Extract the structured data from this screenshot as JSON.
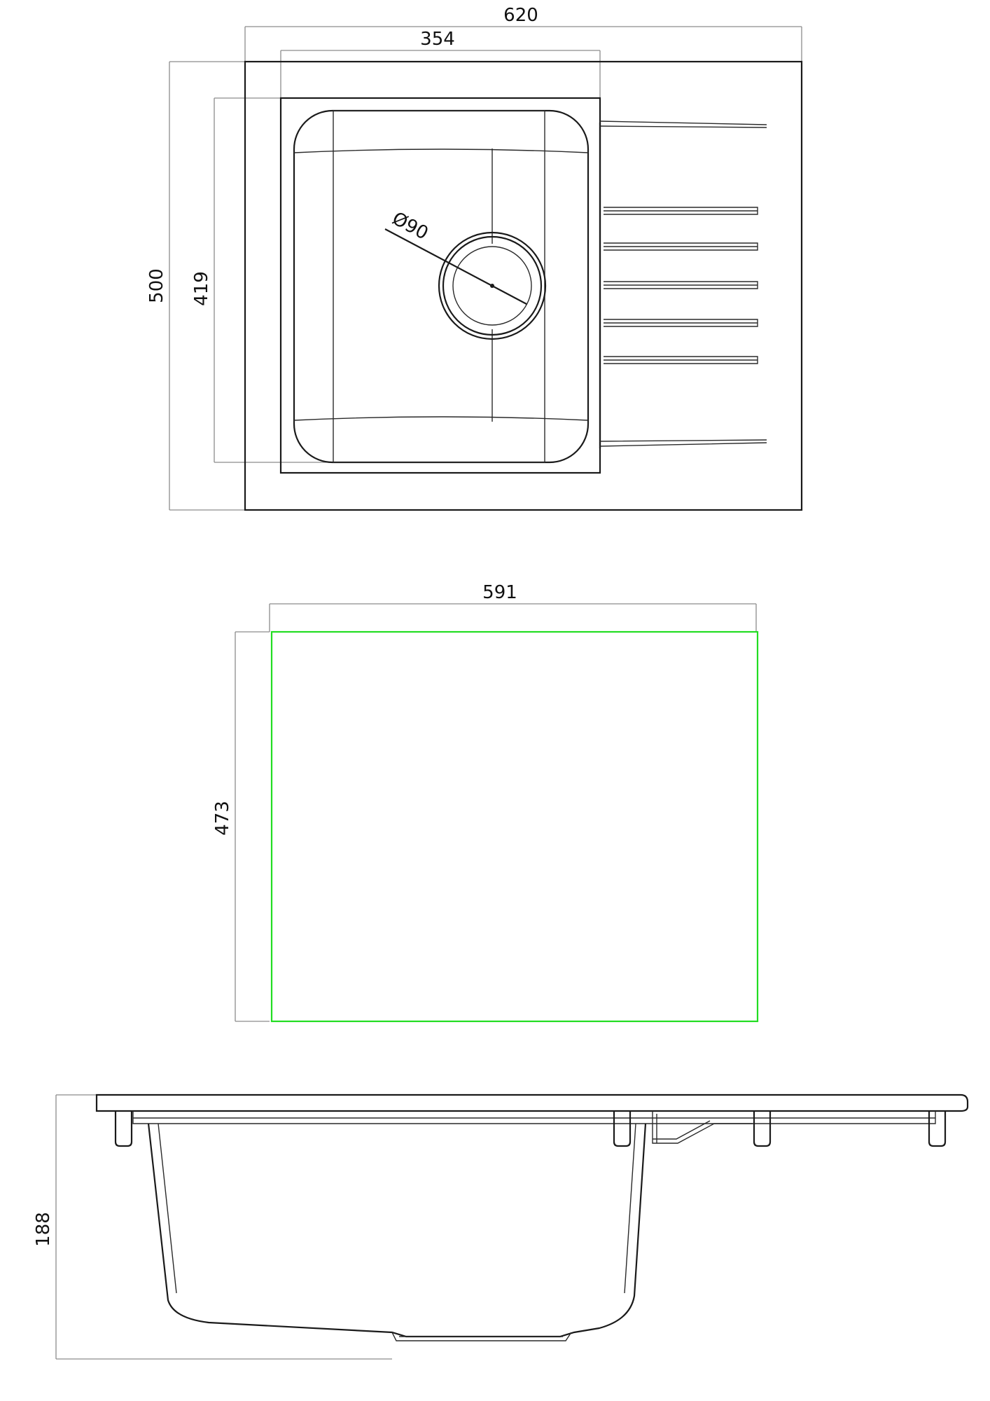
{
  "top_view": {
    "width_total": "620",
    "width_bowl": "354",
    "height_total": "500",
    "height_bowl": "419",
    "drain_diameter": "Ø90"
  },
  "cutout_view": {
    "width": "591",
    "height": "473",
    "outline_color": "#22dd22"
  },
  "side_view": {
    "depth": "188"
  }
}
